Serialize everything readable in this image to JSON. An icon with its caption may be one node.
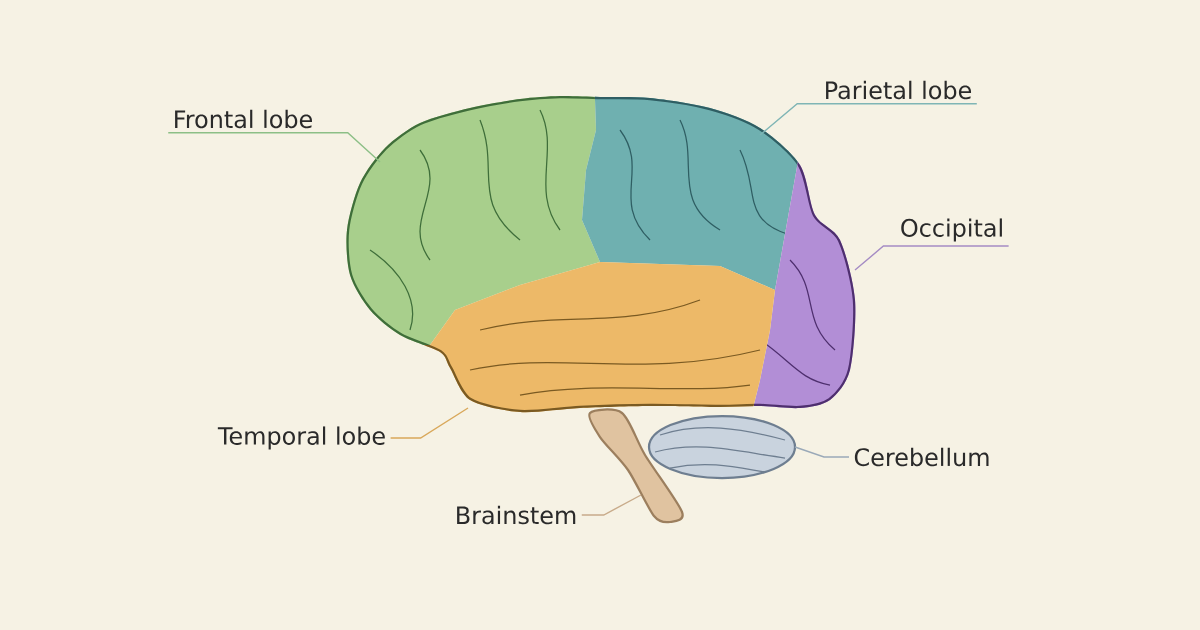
{
  "diagram": {
    "nodes": [
      {
        "text": [
          "Frontal lobe"
        ]
      },
      {
        "text": [
          "Parietal lobe"
        ]
      },
      {
        "text": [
          "Occipital"
        ]
      },
      {
        "text": [
          "Temporal lobe"
        ]
      },
      {
        "text": [
          "Cerebellum"
        ]
      },
      {
        "text": [
          "Brainstem"
        ]
      }
    ],
    "edges": [
      {
        "from": 0,
        "to": null,
        "arrow": "none",
        "color": "#8cbf86"
      },
      {
        "from": 1,
        "to": null,
        "arrow": "none",
        "color": "#7fb5b5"
      },
      {
        "from": 2,
        "to": null,
        "arrow": "none",
        "color": "#a58cc4"
      },
      {
        "from": 3,
        "to": null,
        "arrow": "none",
        "color": "#d9a85a"
      },
      {
        "from": 4,
        "to": null,
        "arrow": "none",
        "color": "#9aa9b8"
      },
      {
        "from": 5,
        "to": null,
        "arrow": "none",
        "color": "#c8ab8a"
      }
    ]
  }
}
